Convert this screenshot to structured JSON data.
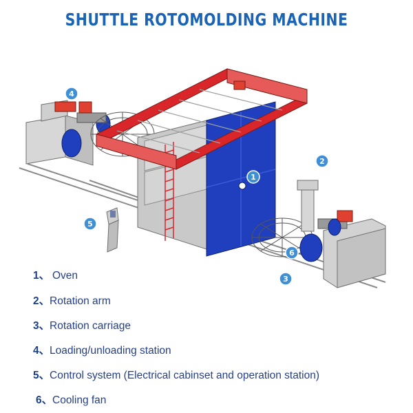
{
  "title": "SHUTTLE ROTOMOLDING MACHINE",
  "legend": [
    {
      "num": "1",
      "sep": "、",
      "label": "Oven"
    },
    {
      "num": "2",
      "sep": "、",
      "label": "Rotation arm"
    },
    {
      "num": "3",
      "sep": "、",
      "label": "Rotation carriage"
    },
    {
      "num": "4",
      "sep": "、",
      "label": "Loading/unloading station"
    },
    {
      "num": "5",
      "sep": "、",
      "label": "Control system (Electrical cabinset and operation station)"
    },
    {
      "num": "6",
      "sep": "、",
      "label": "Cooling fan"
    }
  ],
  "callouts": [
    {
      "num": "1",
      "part": "Oven"
    },
    {
      "num": "2",
      "part": "Rotation arm"
    },
    {
      "num": "3",
      "part": "Rotation carriage"
    },
    {
      "num": "4",
      "part": "Loading/unloading station"
    },
    {
      "num": "5",
      "part": "Control system"
    },
    {
      "num": "6",
      "part": "Cooling fan"
    }
  ],
  "colors": {
    "title": "#1a63b5",
    "callout": "#3f8fd6",
    "oven_door": "#1f3fbf",
    "frame": "#d8262b",
    "legend_text": "#253f87"
  }
}
